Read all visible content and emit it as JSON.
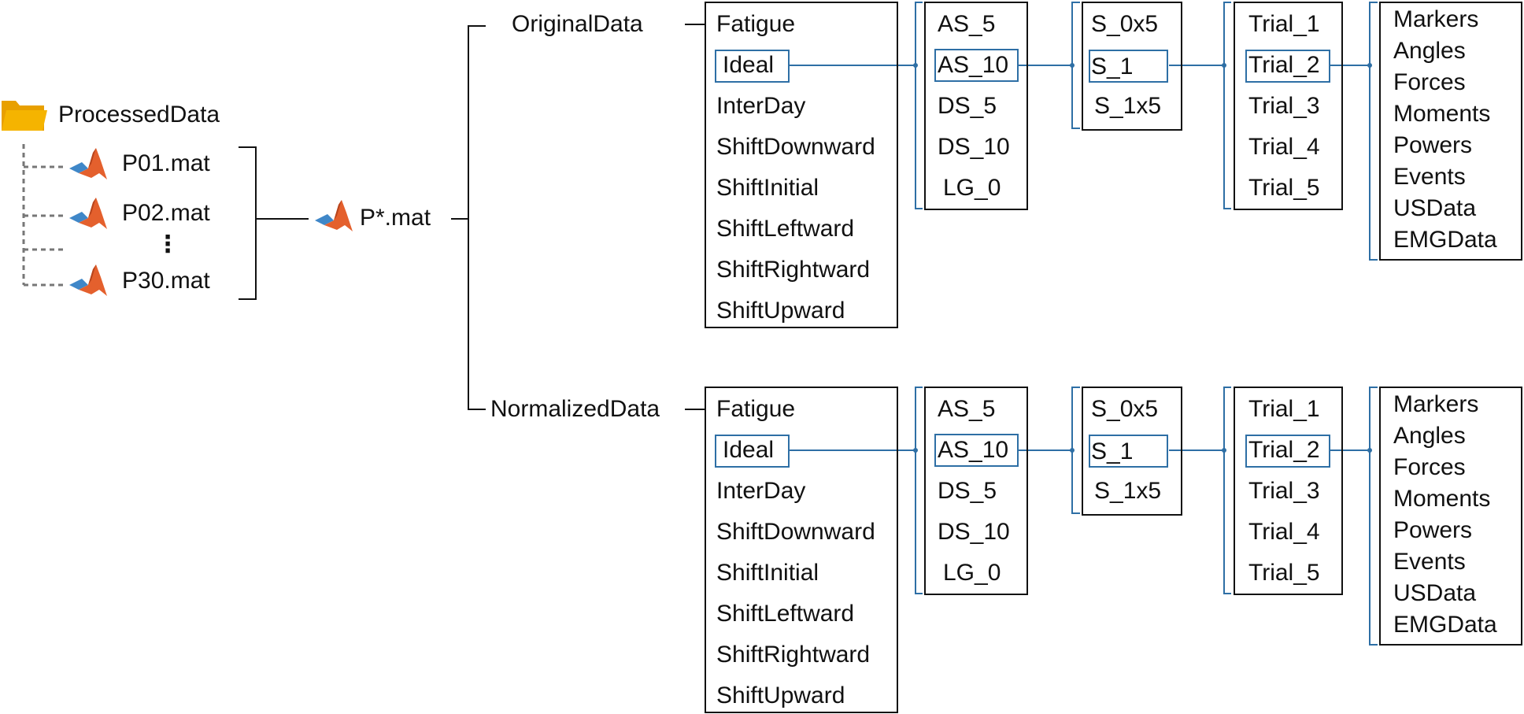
{
  "root_folder": "ProcessedData",
  "files": [
    "P01.mat",
    "P02.mat",
    "⋮",
    "P30.mat"
  ],
  "merged_file": "P*.mat",
  "branches": {
    "original": "OriginalData",
    "normalized": "NormalizedData"
  },
  "conditions": [
    "Fatigue",
    "Ideal",
    "InterDay",
    "ShiftDownward",
    "ShiftInitial",
    "ShiftLeftward",
    "ShiftRightward",
    "ShiftUpward"
  ],
  "tasks": [
    "AS_5",
    "AS_10",
    "DS_5",
    "DS_10",
    "LG_0"
  ],
  "speeds": [
    "S_0x5",
    "S_1",
    "S_1x5"
  ],
  "trials": [
    "Trial_1",
    "Trial_2",
    "Trial_3",
    "Trial_4",
    "Trial_5"
  ],
  "data_types": [
    "Markers",
    "Angles",
    "Forces",
    "Moments",
    "Powers",
    "Events",
    "USData",
    "EMGData"
  ],
  "colors": {
    "highlight": "#2e6fa5",
    "matlab_orange": "#e4602d",
    "matlab_blue": "#3f87c8",
    "folder": "#f5b400"
  },
  "icons": {
    "folder": "folder-icon",
    "mat_file": "matlab-logo-icon"
  }
}
